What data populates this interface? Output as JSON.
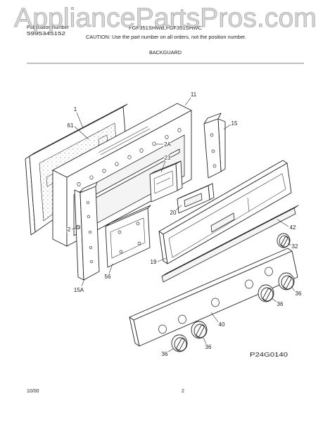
{
  "watermark": "AppliancePartsPros.com",
  "header": {
    "publication_label": "Publication number",
    "publication_number": "5995345152",
    "models": "FGF351SHWB,FGF351SHWC",
    "caution": "CAUTION: Use the part number on all orders, not the position number.",
    "section_title": "BACKGUARD"
  },
  "diagram": {
    "callouts": [
      "11",
      "1",
      "61",
      "15",
      "2A",
      "23",
      "20",
      "2",
      "42",
      "32",
      "19",
      "56",
      "15A",
      "36",
      "36",
      "40",
      "36",
      "36"
    ],
    "figure_id": "P24G0140"
  },
  "footer": {
    "date": "10/00",
    "page": "2"
  }
}
